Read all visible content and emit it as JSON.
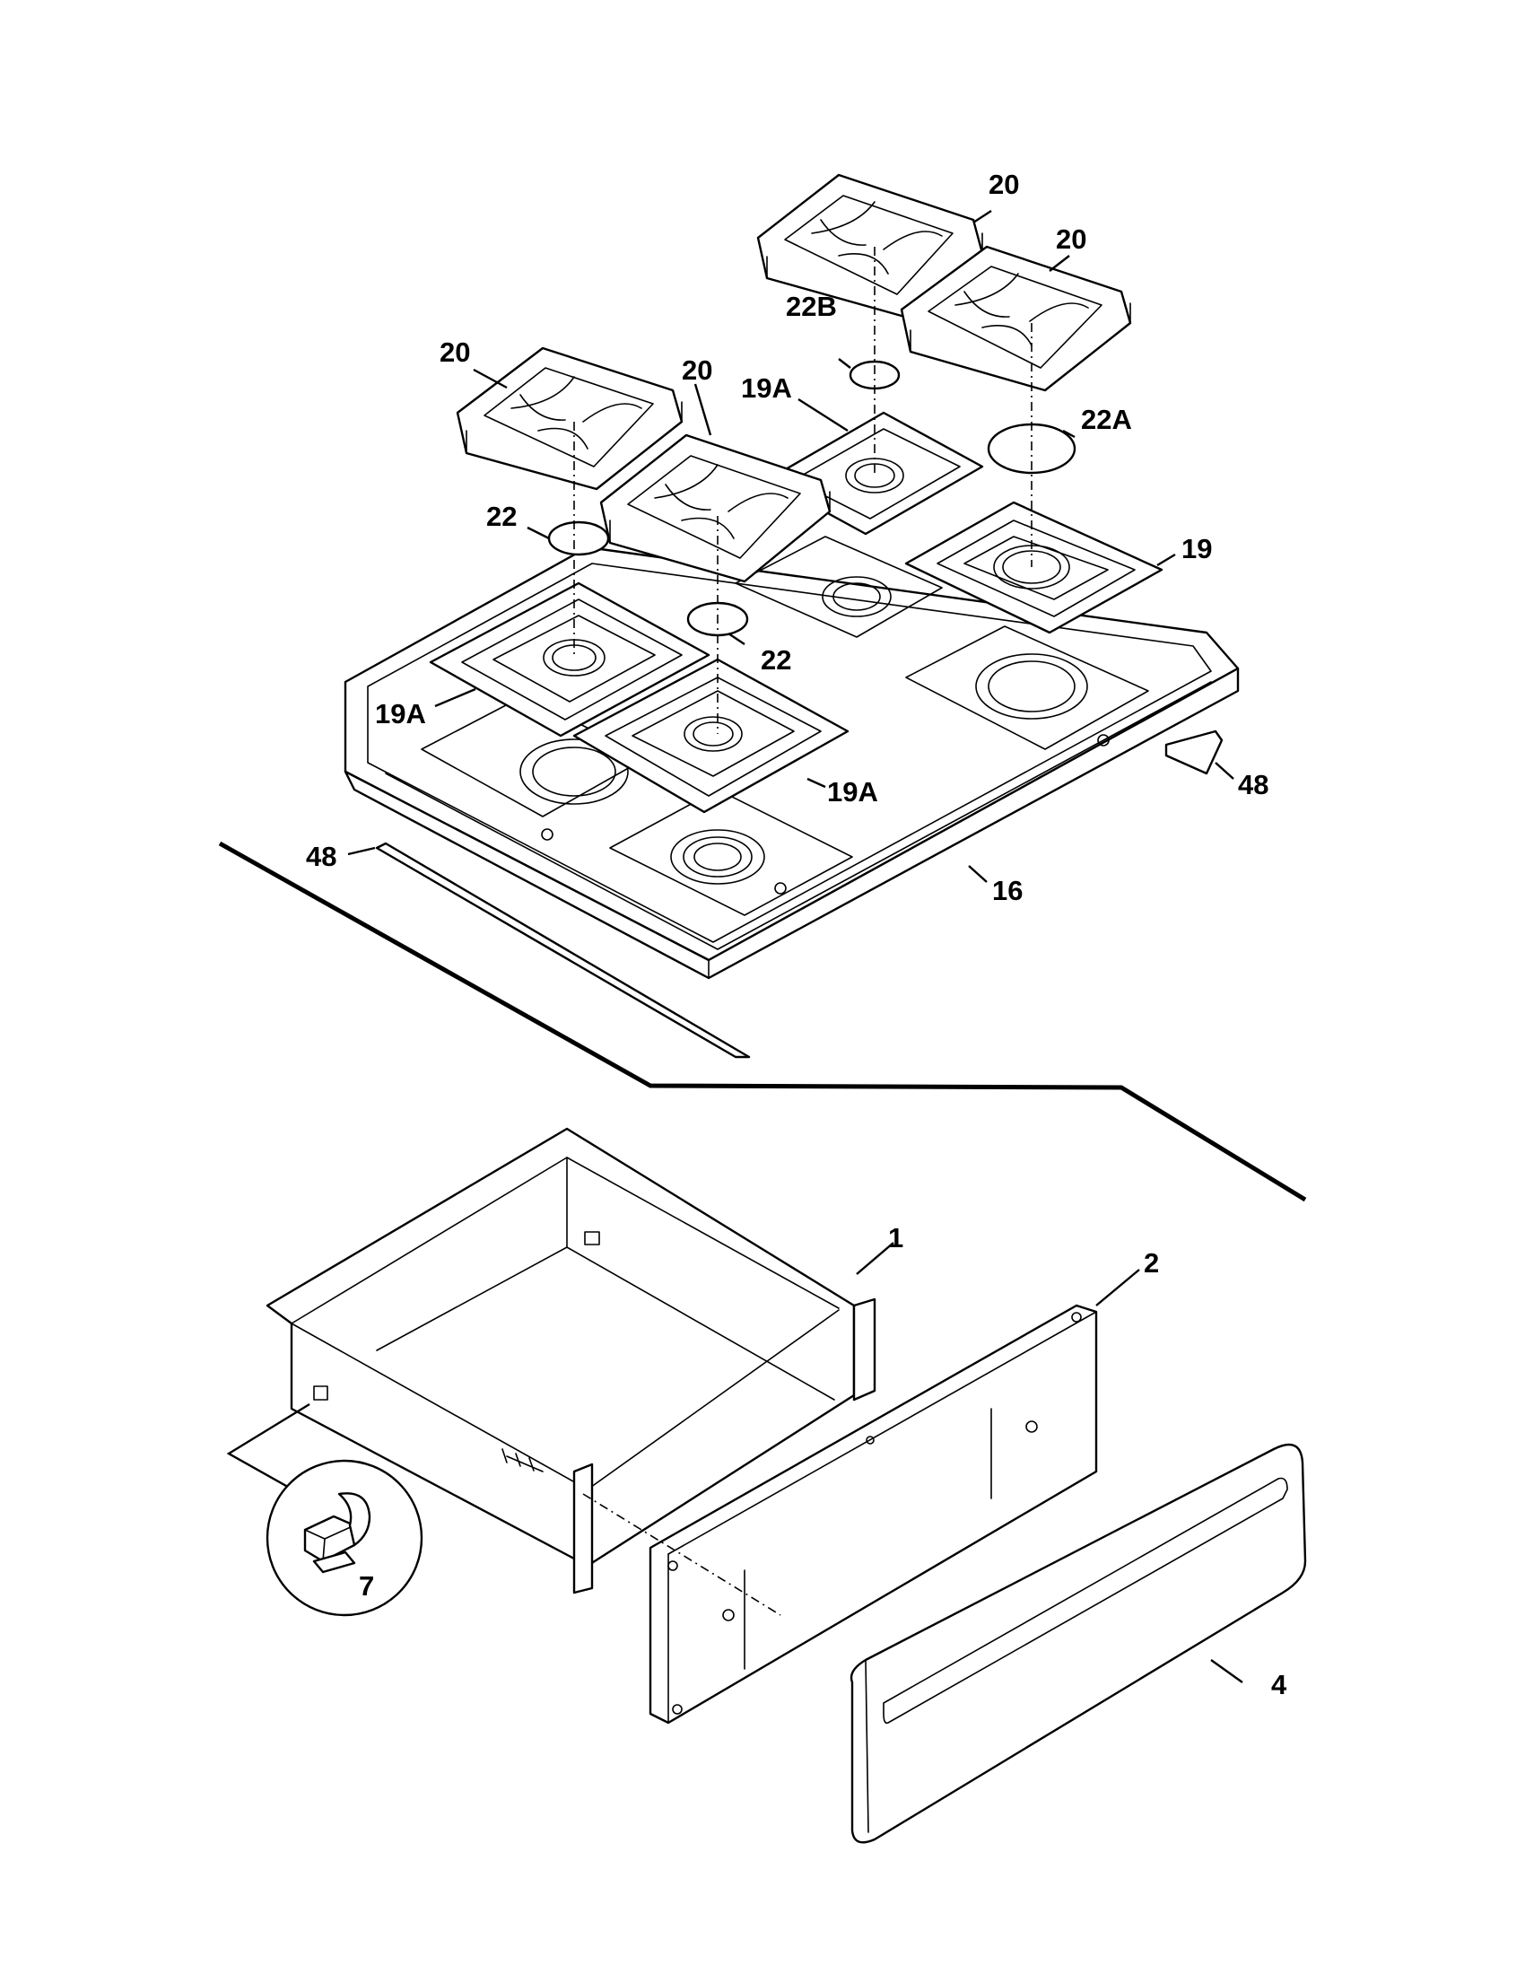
{
  "colors": {
    "line": "#000000",
    "background": "#ffffff"
  },
  "callouts": {
    "c20a": "20",
    "c20b": "20",
    "c20c": "20",
    "c20d": "20",
    "c22b": "22B",
    "c19a_top": "19A",
    "c22a": "22A",
    "c19": "19",
    "c22_left": "22",
    "c22_center": "22",
    "c19a_left": "19A",
    "c19a_bottom": "19A",
    "c48_right": "48",
    "c48_left": "48",
    "c16": "16",
    "c1": "1",
    "c2": "2",
    "c4": "4",
    "c7": "7"
  }
}
